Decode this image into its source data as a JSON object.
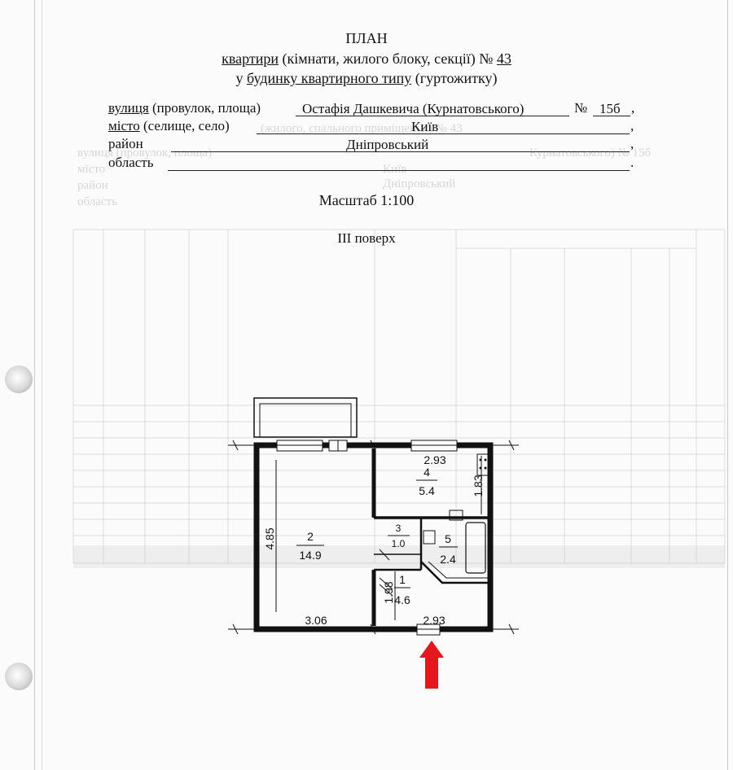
{
  "header": {
    "title": "ПЛАН",
    "line2_a": "квартири",
    "line2_b": " (кімнати, жилого блоку, секції) № ",
    "apartment_number": "43",
    "line3_a": "у ",
    "line3_b": "будинку квартирного типу",
    "line3_c": " (гуртожитку)"
  },
  "fields": {
    "street_label_a": "вулиця",
    "street_label_b": " (провулок, площа)",
    "street_value": "Остафія Дашкевича (Курнатовського)",
    "number_sign": "№",
    "house_number": "15б",
    "city_label_a": "місто",
    "city_label_b": " (селище, село)",
    "city_value": "Київ",
    "district_label": "район",
    "district_value": "Дніпровський",
    "region_label": "область",
    "comma": ",",
    "period": "."
  },
  "scale": "Масштаб 1:100",
  "floor": "ІІІ поверх",
  "plan": {
    "rooms": [
      {
        "number": "1",
        "area": "4.6"
      },
      {
        "number": "2",
        "area": "14.9"
      },
      {
        "number": "3",
        "area": "1.0"
      },
      {
        "number": "4",
        "area": "5.4"
      },
      {
        "number": "5",
        "area": "2.4"
      }
    ],
    "dimensions": {
      "room2_height": "4.85",
      "room2_width": "3.06",
      "room4_width": "2.93",
      "room4_depth": "1.83",
      "room1_width": "2.93",
      "room1_depth": "1.98"
    }
  },
  "colors": {
    "arrow": "#e5171d",
    "ink": "#111111"
  }
}
